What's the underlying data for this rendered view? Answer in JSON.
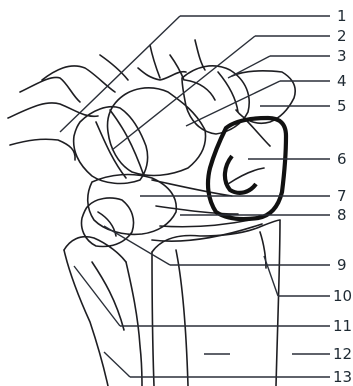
{
  "labels": [
    "1",
    "2",
    "3",
    "4",
    "5",
    "6",
    "7",
    "8",
    "9",
    "10",
    "11",
    "12",
    "13"
  ],
  "colors": {
    "background": "#ffffff",
    "line": "#1e1e22",
    "leader": "#2a2f38",
    "highlight_fill": "#d7d9dc",
    "highlight_stroke": "#111111"
  }
}
